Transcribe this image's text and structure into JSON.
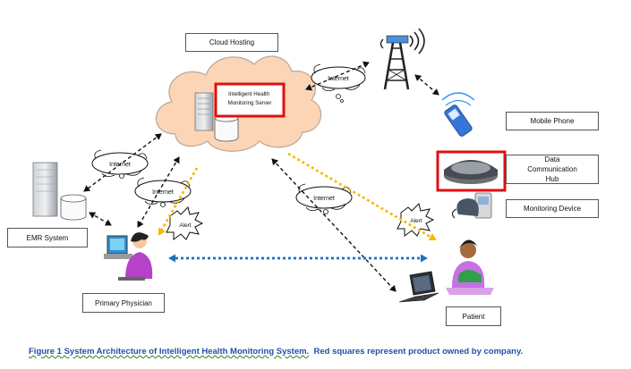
{
  "labels": {
    "cloud_hosting": "Cloud Hosting",
    "server": "Intelligent Health Monitoring Server",
    "mobile_phone": "Mobile Phone",
    "hub": "Data Communication Hub",
    "monitoring_device": "Monitoring Device",
    "emr": "EMR System",
    "physician": "Primary Physician",
    "patient": "Patient"
  },
  "bubbles": {
    "internet": "Internet",
    "alert": "Alert"
  },
  "caption": {
    "figure": "Figure 1 System Architecture of Intelligent Health Monitoring System.",
    "note": "Red squares represent product  owned by company."
  },
  "colors": {
    "cloud_fill": "#fbd5b5",
    "highlight_red": "#e01010",
    "alert_arrow": "#f5b800",
    "physician_link": "#1f6fc5",
    "caption_blue": "#1f4fa8"
  }
}
